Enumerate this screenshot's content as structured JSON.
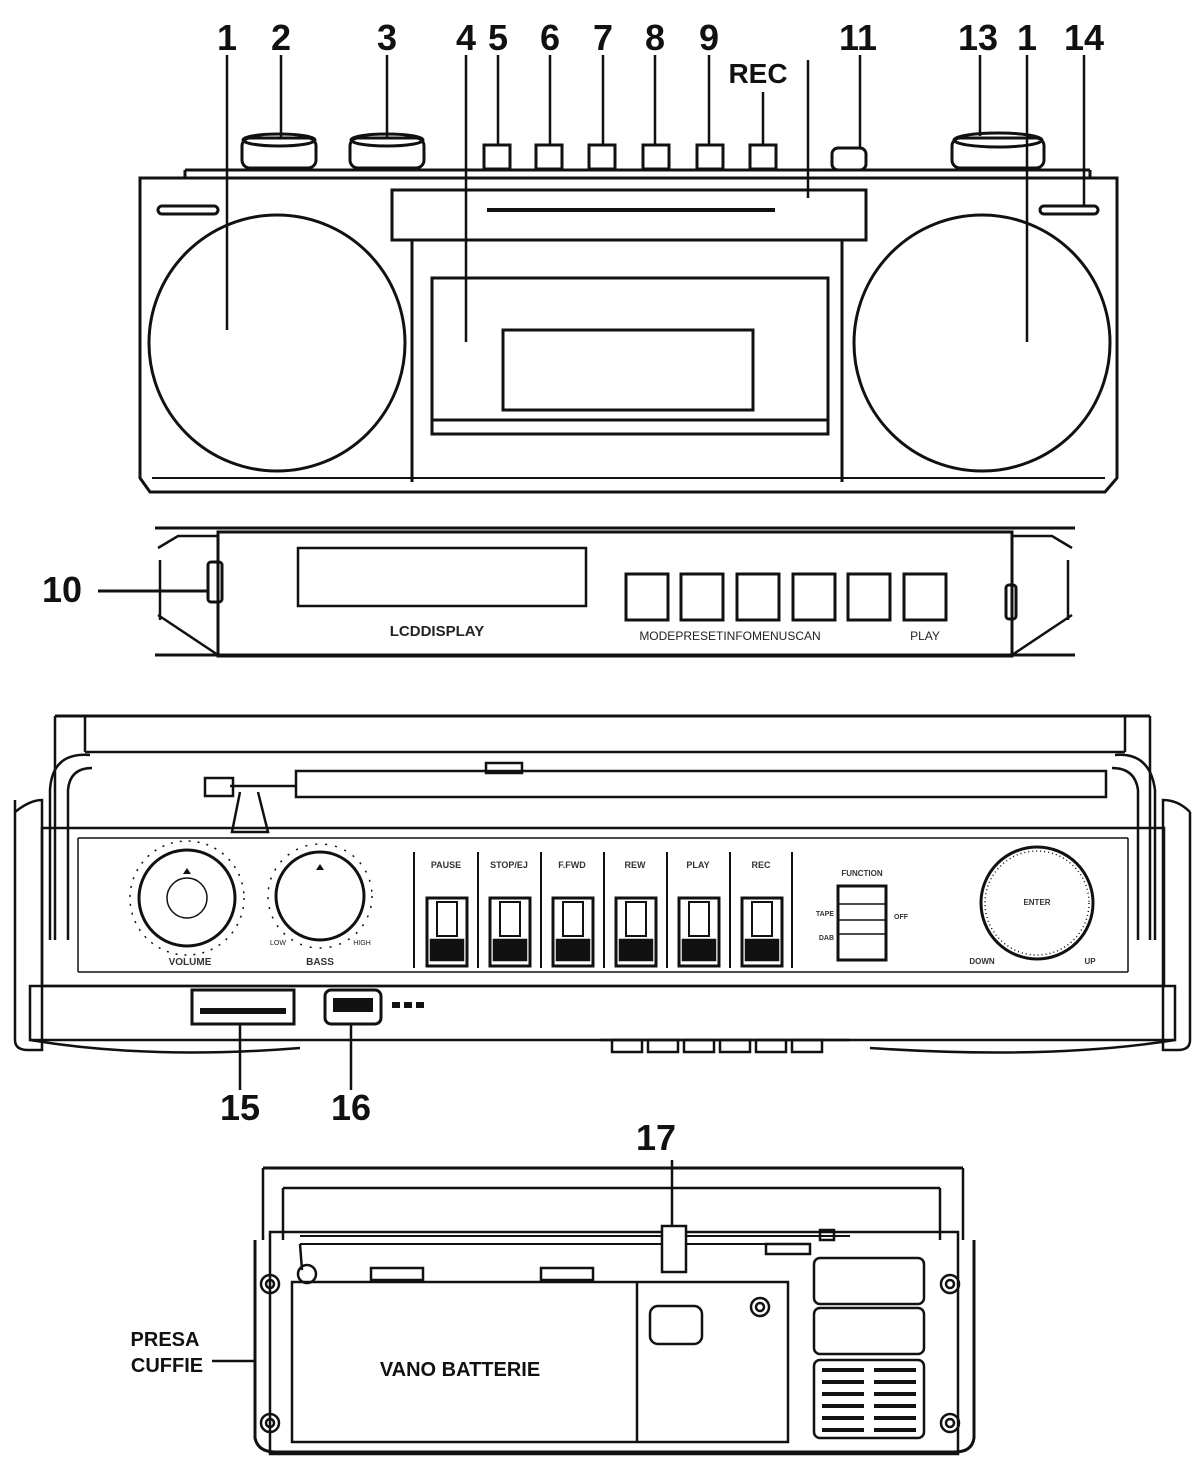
{
  "callouts": {
    "c1_left": "1",
    "c2": "2",
    "c3": "3",
    "c4": "4",
    "c5": "5",
    "c6": "6",
    "c7": "7",
    "c8": "8",
    "c9": "9",
    "c10": "10",
    "c11": "11",
    "c13": "13",
    "c1_right": "1",
    "c14": "14",
    "c15": "15",
    "c16": "16",
    "c17": "17",
    "rec": "REC"
  },
  "display_panel": {
    "lcd_label": "LCDDISPLAY",
    "buttons_label": "MODEPRESETINFOMENUSCAN",
    "play_label": "PLAY"
  },
  "control_panel": {
    "volume_label": "VOLUME",
    "bass_label": "BASS",
    "bass_low": "LOW",
    "bass_high": "HIGH",
    "tape_keys": [
      "PAUSE",
      "STOP/EJ",
      "F.FWD",
      "REW",
      "PLAY",
      "REC"
    ],
    "function_label": "FUNCTION",
    "function_tape": "TAPE",
    "function_off": "OFF",
    "function_dab": "DAB",
    "enter_label": "ENTER",
    "down_label": "DOWN",
    "up_label": "UP"
  },
  "back_panel": {
    "headphone_label_line1": "PRESA",
    "headphone_label_line2": "CUFFIE",
    "battery_label": "VANO BATTERIE"
  }
}
